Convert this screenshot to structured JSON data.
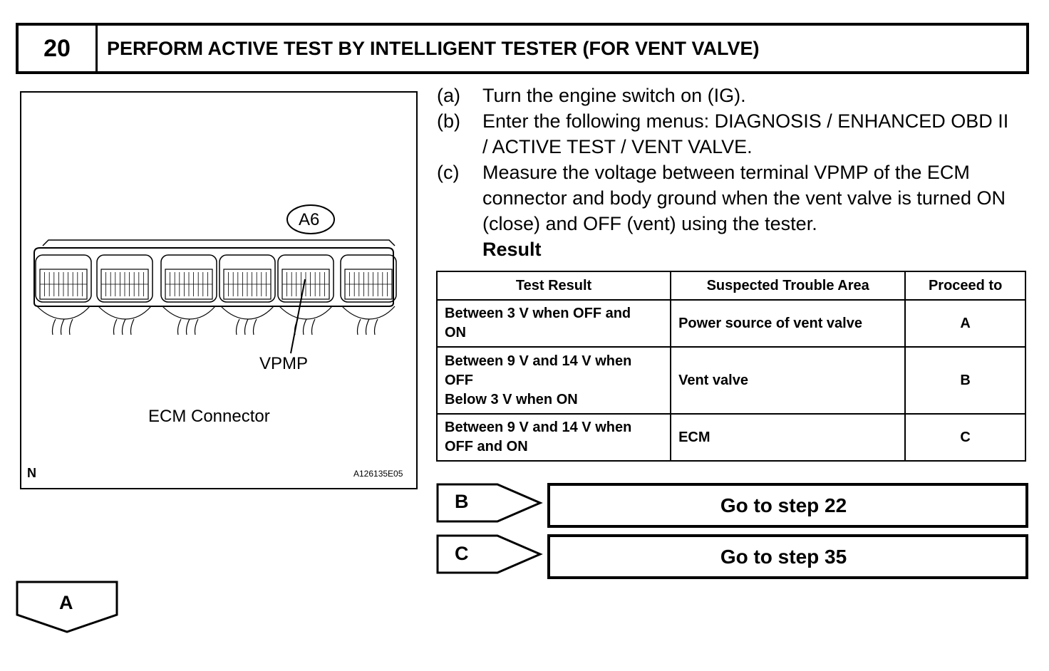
{
  "header": {
    "step_number": "20",
    "title": "PERFORM ACTIVE TEST BY INTELLIGENT TESTER (FOR VENT VALVE)"
  },
  "figure": {
    "connector_code": "A6",
    "terminal_label": "VPMP",
    "caption": "ECM Connector",
    "corner_mark": "N",
    "figure_id": "A126135E05"
  },
  "steps": [
    {
      "letter": "(a)",
      "text": "Turn the engine switch on (IG)."
    },
    {
      "letter": "(b)",
      "text": "Enter the following menus: DIAGNOSIS / ENHANCED OBD II / ACTIVE TEST / VENT VALVE."
    },
    {
      "letter": "(c)",
      "text": "Measure the voltage between terminal VPMP of the ECM connector and body ground when the vent valve is turned ON (close) and OFF (vent) using the tester."
    }
  ],
  "result_label": "Result",
  "table": {
    "headers": [
      "Test Result",
      "Suspected Trouble Area",
      "Proceed to"
    ],
    "rows": [
      {
        "result_lines": [
          "Between 3 V when OFF and",
          "ON"
        ],
        "area": "Power source of vent valve",
        "proceed": "A"
      },
      {
        "result_lines": [
          "Between 9 V and 14 V when",
          "OFF",
          "Below 3 V when ON"
        ],
        "area": "Vent valve",
        "proceed": "B"
      },
      {
        "result_lines": [
          "Between 9 V and 14 V when",
          "OFF and ON"
        ],
        "area": "ECM",
        "proceed": "C"
      }
    ]
  },
  "navigation": {
    "b": {
      "letter": "B",
      "goto": "Go to step 22"
    },
    "c": {
      "letter": "C",
      "goto": "Go to step 35"
    },
    "a": {
      "letter": "A"
    }
  }
}
